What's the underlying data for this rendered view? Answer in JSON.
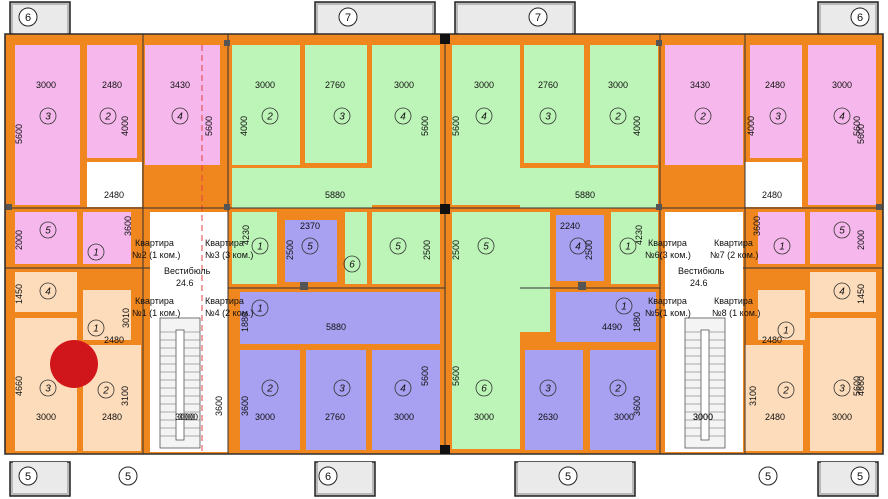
{
  "axes": {
    "top": [
      "6",
      "7",
      "7",
      "6"
    ],
    "bottom": [
      "5",
      "5",
      "6",
      "5",
      "5",
      "5"
    ]
  },
  "apartments": {
    "kv1": {
      "title": "Квартира",
      "sub": "№1 (1 ком.)"
    },
    "kv2": {
      "title": "Квартира",
      "sub": "№2 (1 ком.)"
    },
    "kv3": {
      "title": "Квартира",
      "sub": "№3 (3 ком.)"
    },
    "kv4": {
      "title": "Квартира",
      "sub": "№4 (2 ком.)"
    },
    "kv5": {
      "title": "Квартира",
      "sub": "№5(1 ком.)"
    },
    "kv6": {
      "title": "Квартира",
      "sub": "№6(3 ком.)"
    },
    "kv7": {
      "title": "Квартира",
      "sub": "№7 (2 ком.)"
    },
    "kv8": {
      "title": "Квартира",
      "sub": "№8 (1 ком.)"
    }
  },
  "vestibule": {
    "label": "Вестибюль",
    "area": "24.6"
  },
  "room_numbers": [
    "3",
    "2",
    "4",
    "2",
    "3",
    "4",
    "4",
    "3",
    "2",
    "2",
    "3",
    "4",
    "5",
    "1",
    "4",
    "1",
    "1",
    "5",
    "6",
    "5",
    "5",
    "4",
    "1",
    "5",
    "1",
    "1",
    "4",
    "3",
    "2",
    "2",
    "3",
    "4",
    "6",
    "3",
    "2",
    "2",
    "3",
    "1",
    "1"
  ],
  "dimensions": {
    "top_row": [
      "3000",
      "2480",
      "3430",
      "3000",
      "2760",
      "3000",
      "3000",
      "2760",
      "3000",
      "3430",
      "2480",
      "3000"
    ],
    "bottom_row": [
      "3000",
      "2480",
      "3000",
      "3000",
      "2760",
      "3000",
      "3000",
      "2630",
      "3000",
      "3000",
      "2480",
      "3000"
    ],
    "left_col": [
      "5600",
      "2000",
      "1450",
      "4660"
    ],
    "right_col": [
      "5600",
      "2000",
      "1450",
      "4660"
    ],
    "mid": [
      "4000",
      "4000",
      "5600",
      "5600",
      "5600",
      "5600",
      "4000",
      "4000",
      "2480",
      "2480",
      "2480",
      "2480",
      "5880",
      "5880",
      "5880",
      "4490",
      "2370",
      "2240",
      "4230",
      "4230",
      "2500",
      "2500",
      "2500",
      "2500",
      "3600",
      "3600",
      "3010",
      "1880",
      "1880",
      "3100",
      "3100",
      "3600",
      "3600",
      "5600",
      "5600",
      "5600",
      "3000",
      "3000",
      "3600"
    ]
  },
  "marker": {
    "color": "#d0161b"
  }
}
